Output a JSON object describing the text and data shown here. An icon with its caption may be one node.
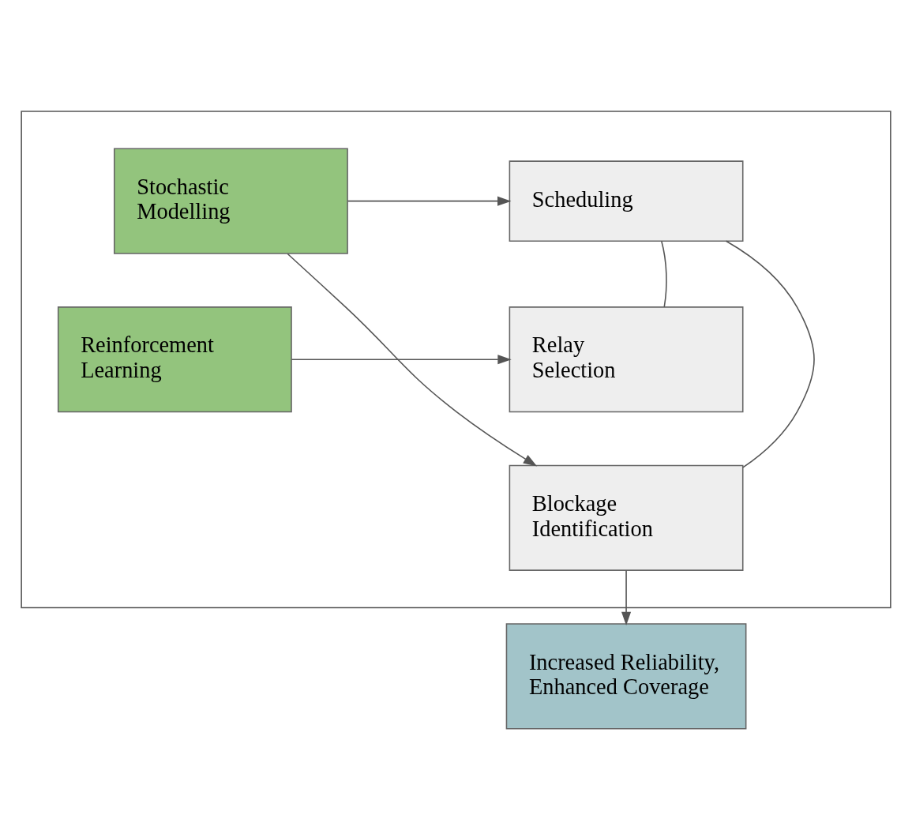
{
  "diagram": {
    "nodes": [
      {
        "text": [],
        "shape": "box"
      },
      {
        "text": [
          "Scheduling"
        ],
        "in": 0
      },
      {
        "text": [
          "Stochastic Modelling"
        ],
        "in": 0
      },
      {
        "text": [
          "Relay Selection"
        ],
        "in": 0
      },
      {
        "text": [
          "Reinforcement Learning"
        ],
        "in": 0
      },
      {
        "text": [
          "Blockage Identification"
        ],
        "in": 0
      },
      {
        "text": [
          "Increased Reliability, Enhanced Coverage"
        ]
      }
    ],
    "edges": [
      {
        "from": 2,
        "to": 1,
        "arrow": "to"
      },
      {
        "from": 4,
        "to": 3,
        "arrow": "to"
      },
      {
        "from": 2,
        "to": 5,
        "arrow": "to"
      },
      {
        "from": 1,
        "to": 3,
        "arrow": "none"
      },
      {
        "from": 1,
        "to": 5,
        "arrow": "none"
      },
      {
        "from": 5,
        "to": 6,
        "arrow": "to"
      }
    ]
  }
}
